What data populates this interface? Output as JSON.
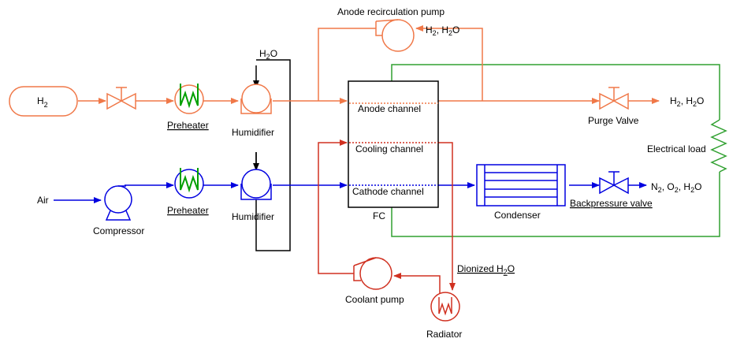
{
  "labels": {
    "h2_tank": "H",
    "h2_tank_sub": "2",
    "anode_pump": "Anode recirculation pump",
    "h2_h2o_top_a": "H",
    "h2_h2o_top_b": "2",
    "h2_h2o_top_c": ", H",
    "h2_h2o_top_d": "2",
    "h2_h2o_top_e": "O",
    "h2o_top_a": "H",
    "h2o_top_b": "2",
    "h2o_top_c": "O",
    "preheater_top": "Preheater",
    "humidifier_top": "Humidifier",
    "anode_channel": "Anode channel",
    "cooling_channel": "Cooling channel",
    "cathode_channel": "Cathode channel",
    "fc": "FC",
    "purge_valve": "Purge Valve",
    "purge_out_a": "H",
    "purge_out_b": "2",
    "purge_out_c": ", H",
    "purge_out_d": "2",
    "purge_out_e": "O",
    "electrical_load": "Electrical load",
    "air": "Air",
    "compressor": "Compressor",
    "preheater_bottom": "Preheater",
    "humidifier_bottom": "Humidifier",
    "condenser": "Condenser",
    "backpressure_valve": "Backpressure valve",
    "cat_out_a": "N",
    "cat_out_b": "2",
    "cat_out_c": ", O",
    "cat_out_d": "2",
    "cat_out_e": ", H",
    "cat_out_f": "2",
    "cat_out_g": "O",
    "dionized_a": "Dionized H",
    "dionized_b": "2",
    "dionized_c": "O",
    "coolant_pump": "Coolant pump",
    "radiator": "Radiator"
  },
  "colors": {
    "hydrogen": "#f07848",
    "air": "#0000e0",
    "coolant": "#d03020",
    "electrical": "#30a030",
    "water": "#000000",
    "heater_coil": "#00a000"
  }
}
